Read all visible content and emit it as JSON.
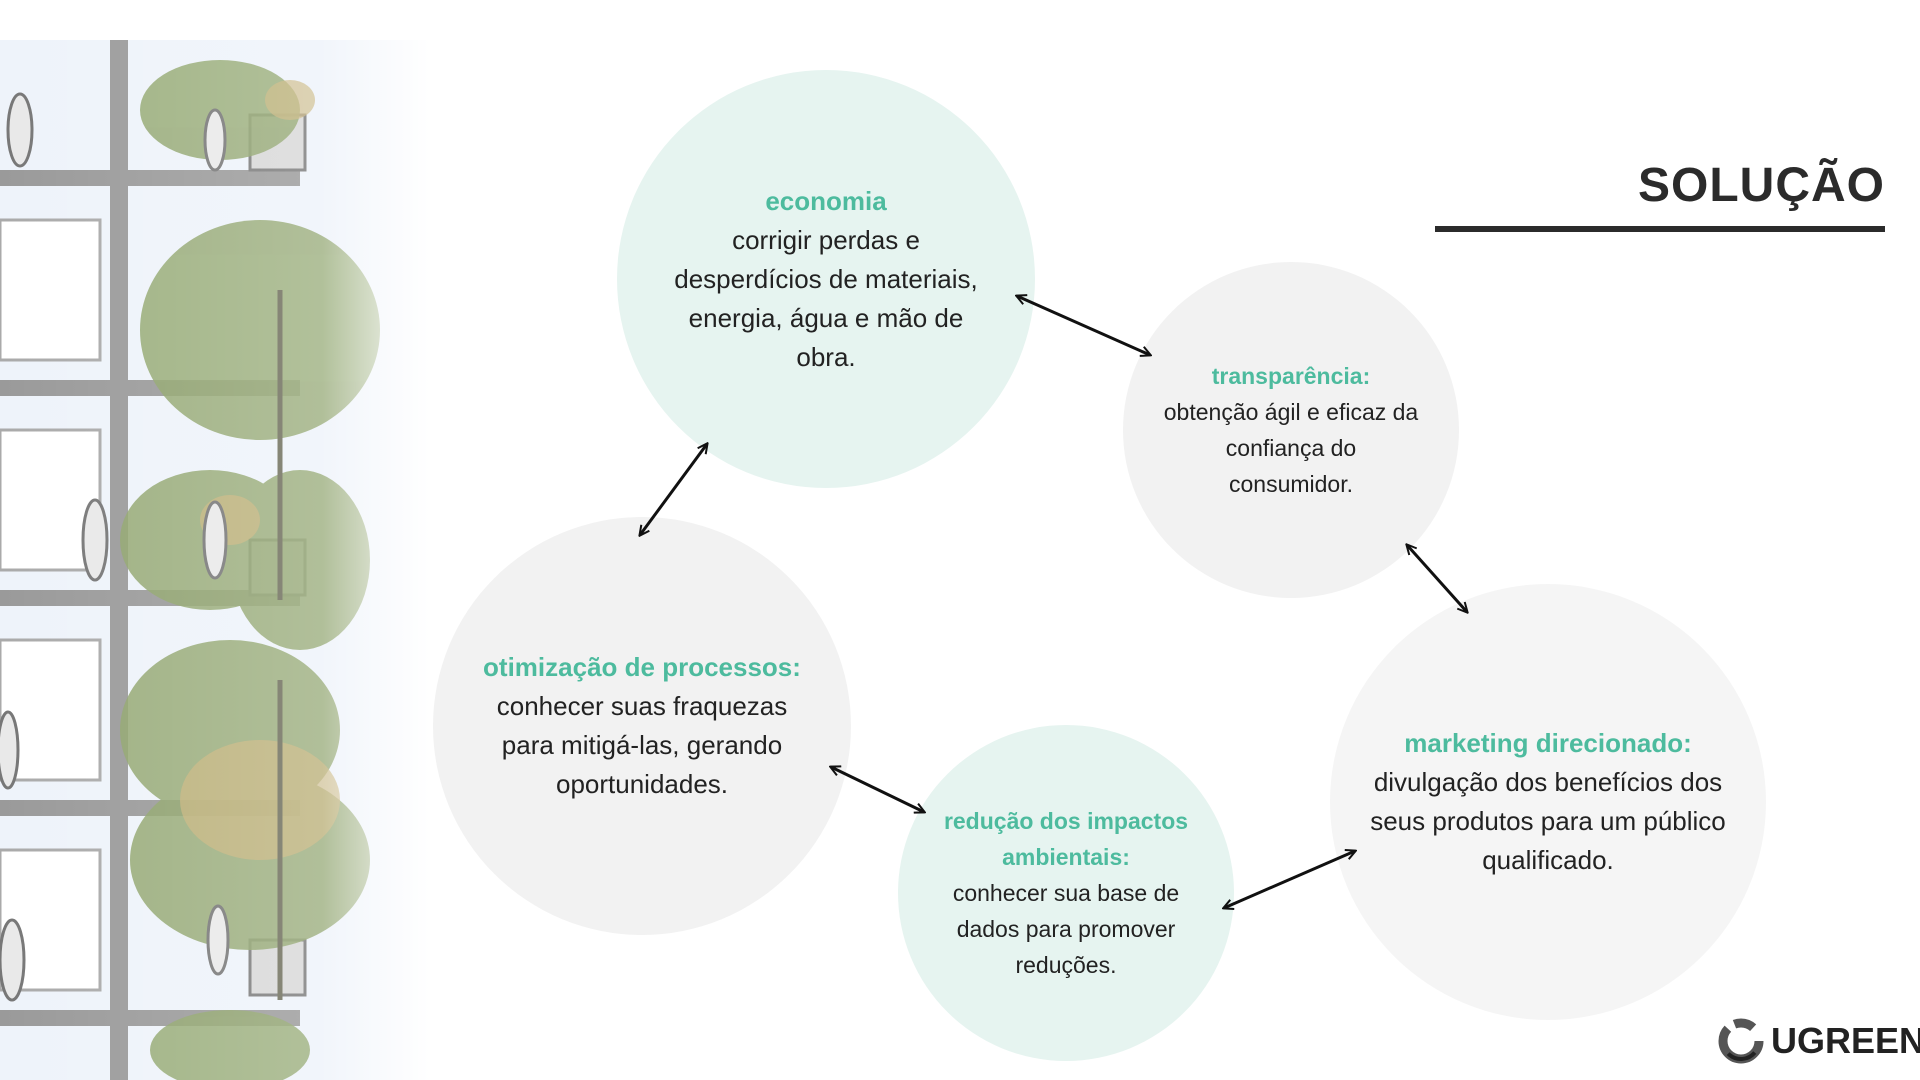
{
  "page": {
    "title": "SOLUÇÃO"
  },
  "nodes": {
    "economia": {
      "heading": "economia",
      "text": "corrigir perdas e desperdícios de materiais, energia, água e mão de obra."
    },
    "transparencia": {
      "heading": "transparência:",
      "text": "obtenção ágil e eficaz da confiança do consumidor."
    },
    "otimizacao": {
      "heading": "otimização de processos:",
      "text": "conhecer suas fraquezas para mitigá-las, gerando oportunidades."
    },
    "reducao": {
      "heading": "redução dos impactos ambientais:",
      "text": "conhecer sua base de dados para promover reduções."
    },
    "marketing": {
      "heading": "marketing direcionado:",
      "text": "divulgação dos benefícios dos seus produtos para um público qualificado."
    }
  },
  "logo": {
    "text": "UGREEN",
    "icon": "ugreen-ring-icon"
  },
  "colors": {
    "accent": "#4dbb9e",
    "mint_circle": "#e6f4f0",
    "gray_circle": "#f2f2f2",
    "title": "#2b2b2b"
  }
}
